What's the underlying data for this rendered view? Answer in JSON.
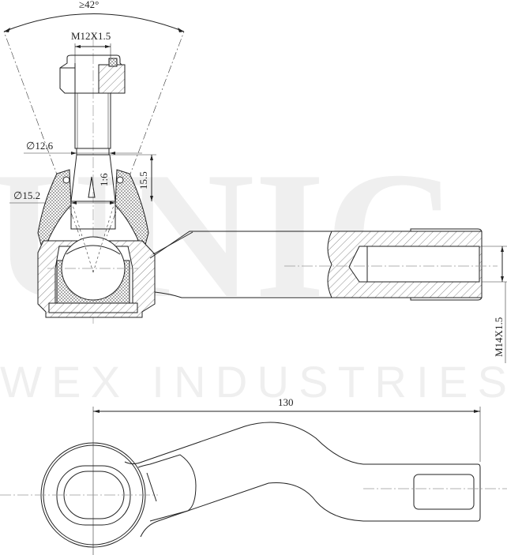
{
  "drawing": {
    "subject": "Tie rod end technical drawing",
    "watermark": {
      "logo_text": "UNIC",
      "company_text": "WEX INDUSTRIES"
    },
    "dimensions": {
      "angle": "≥42°",
      "thread_top": "M12X1.5",
      "diameter_small": "∅12.6",
      "diameter_large": "∅15.2",
      "taper_ratio": "1:6",
      "taper_length": "15.5",
      "thread_side": "M14X1.5",
      "overall_length": "130"
    },
    "views": [
      {
        "name": "Front section view"
      },
      {
        "name": "Top view"
      }
    ]
  }
}
